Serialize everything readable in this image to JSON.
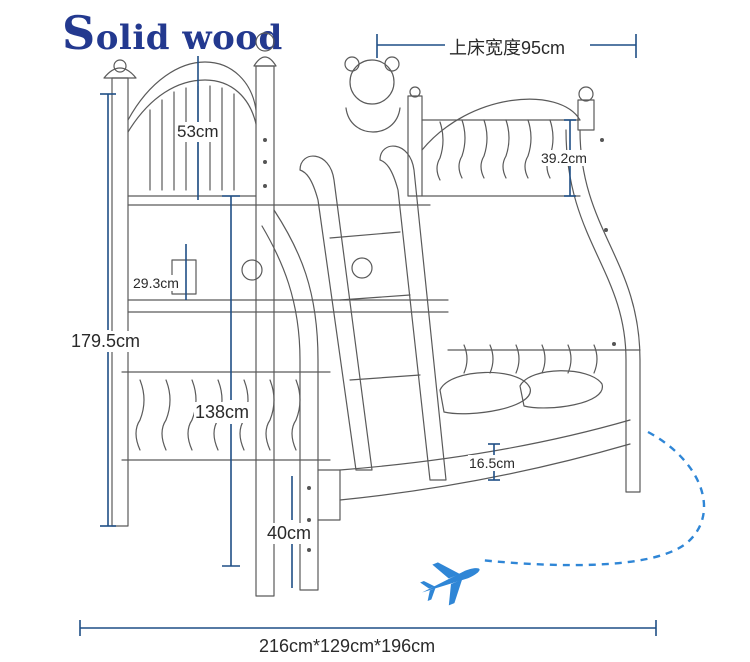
{
  "title": "Solid wood",
  "dimensions": {
    "upper_bed_width": "上床宽度95cm",
    "headboard_height": "53cm",
    "upper_guardrail_height": "39.2cm",
    "shelf_height": "29.3cm",
    "total_height": "179.5cm",
    "lower_clearance": "138cm",
    "lower_guardrail_height": "16.5cm",
    "floor_clearance": "40cm",
    "overall_size": "216cm*129cm*196cm"
  },
  "colors": {
    "title": "#23398f",
    "dimension_line": "#1f4f86",
    "sketch_line": "#555555",
    "accent": "#2f86d6"
  },
  "icons": {
    "plane": "airplane-icon"
  }
}
